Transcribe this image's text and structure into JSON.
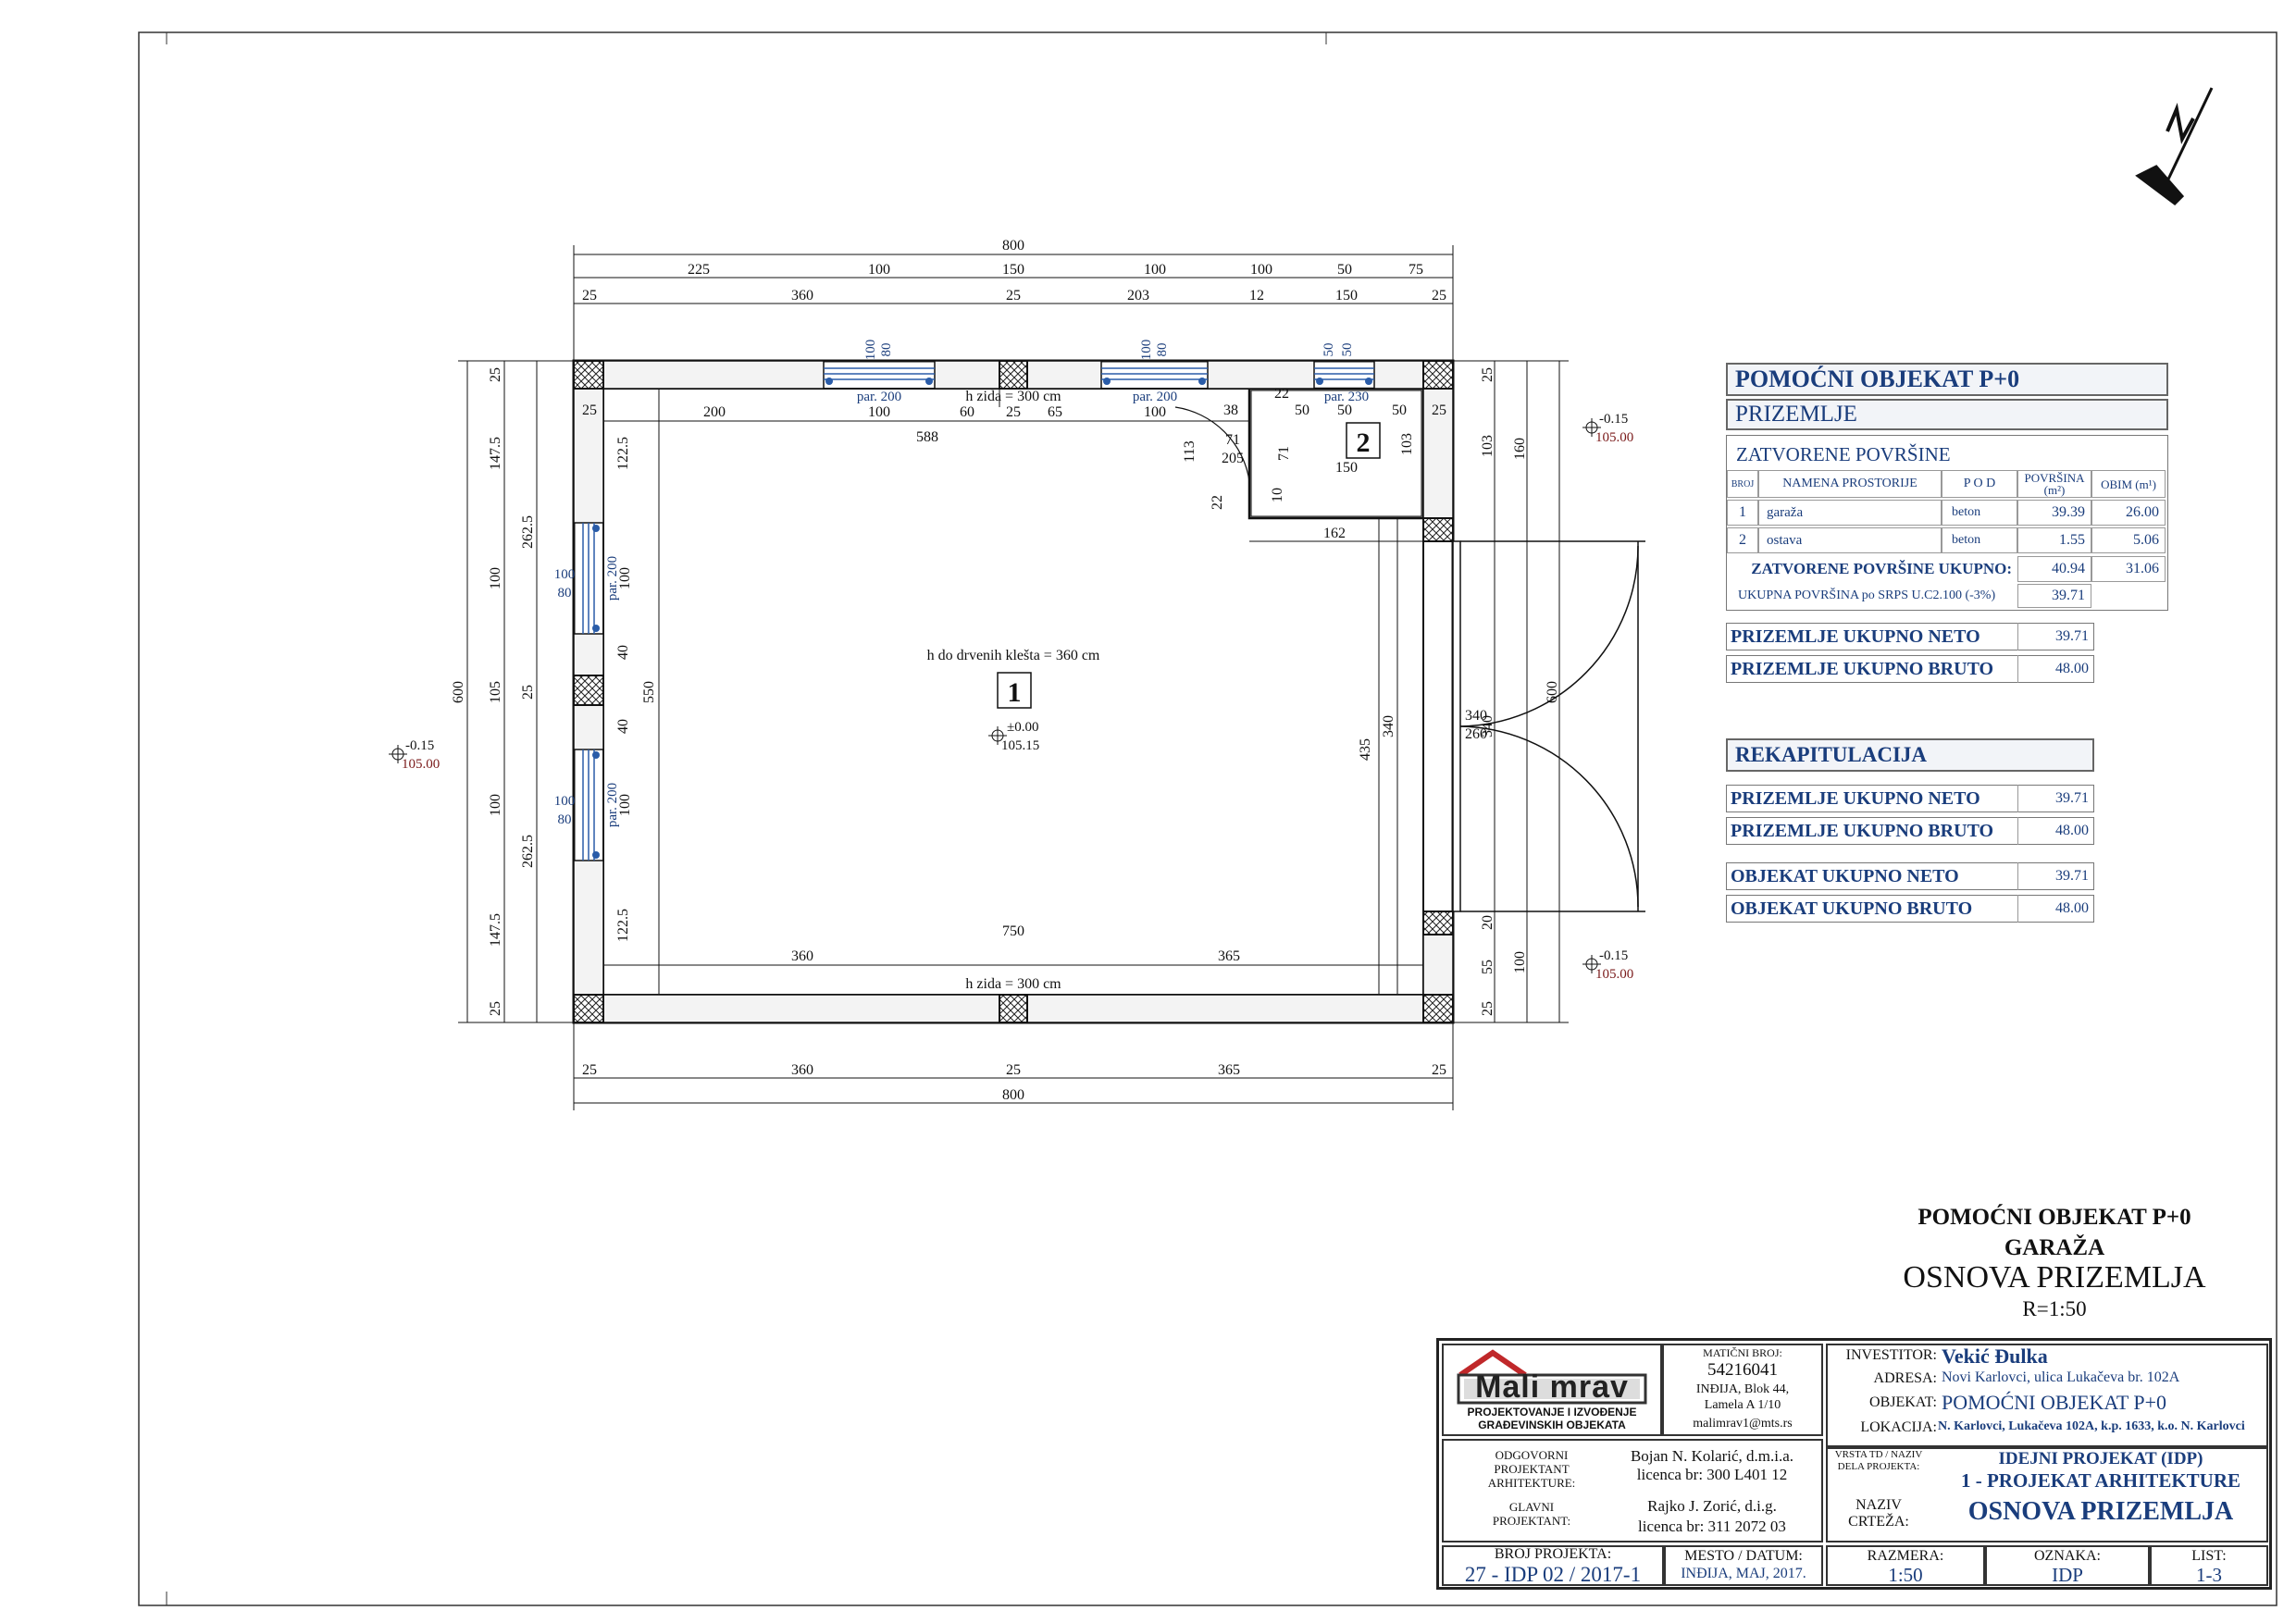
{
  "plan": {
    "dims_top": {
      "overall": "800",
      "row2": [
        "225",
        "100",
        "150",
        "100",
        "100",
        "50",
        "75"
      ],
      "row3": [
        "25",
        "360",
        "25",
        "203",
        "12",
        "150",
        "25"
      ]
    },
    "dims_bottom": {
      "overall": "800",
      "row": [
        "25",
        "360",
        "25",
        "365",
        "25"
      ]
    },
    "dims_left": {
      "overall": "600",
      "outer": [
        "25",
        "147.5",
        "100",
        "105",
        "100",
        "147.5",
        "25"
      ],
      "mid": [
        "262.5",
        "25",
        "262.5"
      ],
      "inner": [
        "122.5",
        "550",
        "122.5",
        "40",
        "40"
      ]
    },
    "dims_right": {
      "outer": [
        "600",
        "160",
        "100"
      ],
      "inner": [
        "25",
        "103",
        "340",
        "55",
        "25",
        "20"
      ],
      "other": [
        "340",
        "435",
        "340",
        "260",
        "20",
        "12",
        "20",
        "25",
        "25",
        "20",
        "55",
        "25"
      ]
    },
    "interior_dims": [
      "200",
      "100",
      "60",
      "25",
      "65",
      "100",
      "588",
      "750",
      "360",
      "365",
      "162",
      "150",
      "38",
      "22",
      "50",
      "50",
      "50",
      "25",
      "71",
      "71",
      "113",
      "205",
      "103",
      "10",
      "22"
    ],
    "windows": [
      {
        "w": "100",
        "h": "80",
        "par": "par. 200"
      },
      {
        "w": "100",
        "h": "80",
        "par": "par. 200"
      },
      {
        "w": "50",
        "h": "50",
        "par": "par. 230"
      },
      {
        "w": "100",
        "h": "80",
        "par": "par. 200"
      },
      {
        "w": "100",
        "h": "80",
        "par": "par. 200"
      }
    ],
    "wall_height_top": "h zida = 300 cm",
    "wall_height_bottom": "h zida = 300 cm",
    "ceiling_note": "h do drvenih klešta = 360 cm",
    "room1_label": "1",
    "room2_label": "2",
    "level_center": {
      "rel": "±0.00",
      "abs": "105.15"
    },
    "level_left": {
      "rel": "-0.15",
      "abs": "105.00"
    },
    "level_right_top": {
      "rel": "-0.15",
      "abs": "105.00"
    },
    "level_right_bottom": {
      "rel": "-0.15",
      "abs": "105.00"
    }
  },
  "area_table": {
    "title": "POMOĆNI OBJEKAT P+0",
    "subtitle": "PRIZEMLJE",
    "section": "ZATVORENE POVRŠINE",
    "headers": [
      "BROJ",
      "NAMENA PROSTORIJE",
      "P O D",
      "POVRŠINA (m²)",
      "OBIM (m¹)"
    ],
    "rows": [
      {
        "num": "1",
        "name": "garaža",
        "floor": "beton",
        "area": "39.39",
        "perim": "26.00"
      },
      {
        "num": "2",
        "name": "ostava",
        "floor": "beton",
        "area": "1.55",
        "perim": "5.06"
      }
    ],
    "total_label": "ZATVORENE POVRŠINE UKUPNO:",
    "total_area": "40.94",
    "total_perim": "31.06",
    "srps_label": "UKUPNA POVRŠINA po SRPS U.C2.100 (-3%)",
    "srps_value": "39.71",
    "neto_label": "PRIZEMLJE UKUPNO NETO",
    "neto_value": "39.71",
    "bruto_label": "PRIZEMLJE UKUPNO BRUTO",
    "bruto_value": "48.00"
  },
  "recap": {
    "title": "REKAPITULACIJA",
    "rows": [
      {
        "label": "PRIZEMLJE UKUPNO NETO",
        "value": "39.71"
      },
      {
        "label": "PRIZEMLJE UKUPNO BRUTO",
        "value": "48.00"
      },
      {
        "label": "OBJEKAT UKUPNO NETO",
        "value": "39.71"
      },
      {
        "label": "OBJEKAT UKUPNO BRUTO",
        "value": "48.00"
      }
    ]
  },
  "drawing_title": {
    "line1": "POMOĆNI OBJEKAT P+0",
    "line2": "GARAŽA",
    "line3": "OSNOVA PRIZEMLJA",
    "scale": "R=1:50"
  },
  "title_block": {
    "logo_text": "Mali mrav",
    "company_line1": "PROJEKTOVANJE I IZVOĐENJE",
    "company_line2": "GRAĐEVINSKIH OBJEKATA",
    "mb_label": "MATIČNI BROJ:",
    "mb_value": "54216041",
    "address1": "INĐIJA, Blok 44,",
    "address2": "Lamela A 1/10",
    "email": "malimrav1@mts.rs",
    "resp_label": "ODGOVORNI PROJEKTANT ARHITEKTURE:",
    "resp_name": "Bojan N. Kolarić, d.m.i.a.",
    "resp_lic": "licenca br: 300 L401 12",
    "main_label": "GLAVNI PROJEKTANT:",
    "main_name": "Rajko J. Zorić, d.i.g.",
    "main_lic": "licenca br: 311 2072 03",
    "investor_label": "INVESTITOR:",
    "investor": "Vekić Đulka",
    "address_label": "ADRESA:",
    "address": "Novi Karlovci, ulica Lukačeva br. 102A",
    "object_label": "OBJEKAT:",
    "object": "POMOĆNI OBJEKAT  P+0",
    "location_label": "LOKACIJA:",
    "location": "N. Karlovci, Lukačeva 102A, k.p. 1633, k.o. N. Karlovci",
    "td_label": "VRSTA TD / NAZIV DELA PROJEKTA:",
    "td1": "IDEJNI PROJEKAT (IDP)",
    "td2": "1 - PROJEKAT ARHITEKTURE",
    "drawing_label": "NAZIV CRTEŽA:",
    "drawing": "OSNOVA PRIZEMLJA",
    "proj_no_label": "BROJ PROJEKTA:",
    "proj_no": "27 - IDP 02 / 2017-1",
    "place_label": "MESTO / DATUM:",
    "place": "INĐIJA, MAJ, 2017.",
    "scale_label": "RAZMERA:",
    "scale": "1:50",
    "mark_label": "OZNAKA:",
    "mark": "IDP",
    "sheet_label": "LIST:",
    "sheet": "1-3"
  }
}
